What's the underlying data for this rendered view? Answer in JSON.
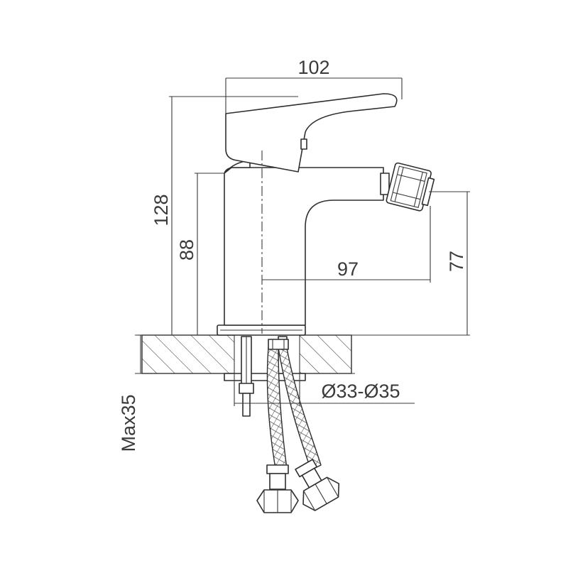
{
  "diagram": {
    "dimensions": {
      "width_top": "102",
      "height_total": "128",
      "height_body": "88",
      "spout_reach": "97",
      "spout_height": "77",
      "deck_max": "Max35",
      "hole_diameter": "Ø33-Ø35"
    }
  }
}
